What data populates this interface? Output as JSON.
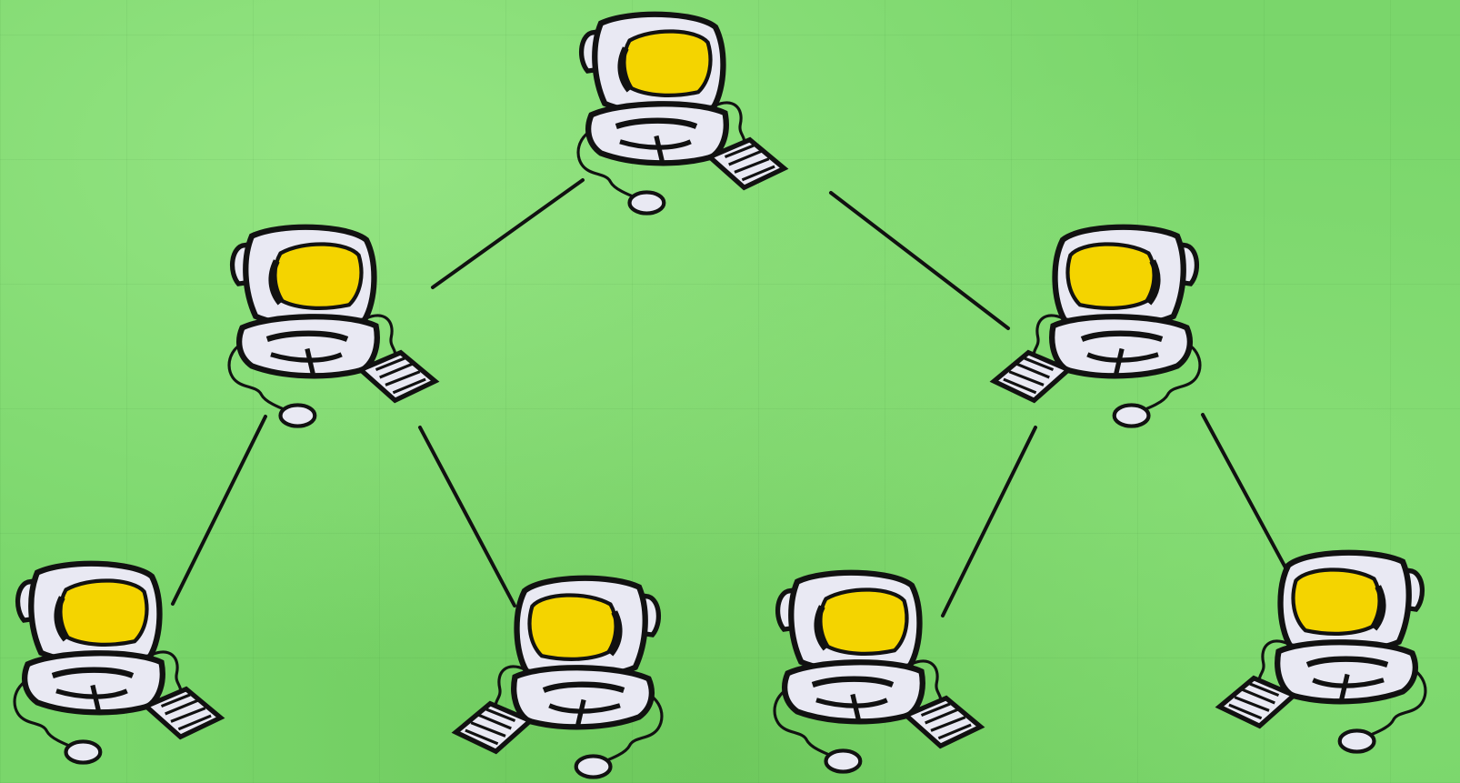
{
  "diagram": {
    "type": "hierarchical-network-tree",
    "node_icon": "computer-icon",
    "levels": [
      1,
      2,
      4
    ],
    "colors": {
      "background": "#7ad66b",
      "screen": "#f4d400",
      "casing": "#e9e9f3",
      "outline": "#111111",
      "edge": "#111111"
    }
  }
}
